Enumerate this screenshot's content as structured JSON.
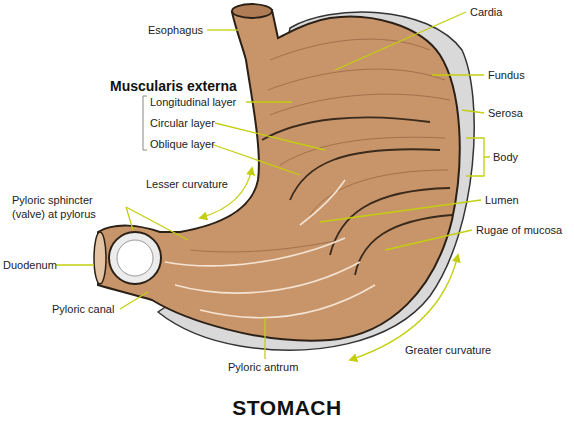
{
  "diagram": {
    "title": "STOMACH",
    "labels": [
      "Esophagus",
      "Cardia",
      "Fundus",
      "Muscularis externa",
      "Longitudinal layer",
      "Circular layer",
      "Oblique layer",
      "Serosa",
      "Body",
      "Lesser curvature",
      "Lumen",
      "Pyloric sphincter (valve) at pylorus",
      "Rugae of mucosa",
      "Duodenum",
      "Pyloric canal",
      "Greater curvature",
      "Pyloric antrum"
    ]
  }
}
